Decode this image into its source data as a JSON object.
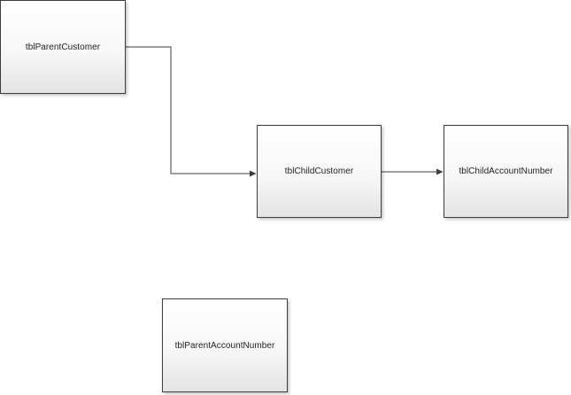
{
  "diagram": {
    "nodes": [
      {
        "id": "parent_customer",
        "label": "tblParentCustomer"
      },
      {
        "id": "child_customer",
        "label": "tblChildCustomer"
      },
      {
        "id": "child_account_number",
        "label": "tblChildAccountNumber"
      },
      {
        "id": "parent_account_number",
        "label": "tblParentAccountNumber"
      }
    ],
    "edges": [
      {
        "from": "parent_customer",
        "to": "child_customer"
      },
      {
        "from": "child_customer",
        "to": "child_account_number"
      }
    ],
    "colors": {
      "border": "#3c3c3c",
      "fill_top": "#ffffff",
      "fill_bottom": "#e4e4e4",
      "connector": "#3c3c3c",
      "text": "#222222"
    }
  }
}
